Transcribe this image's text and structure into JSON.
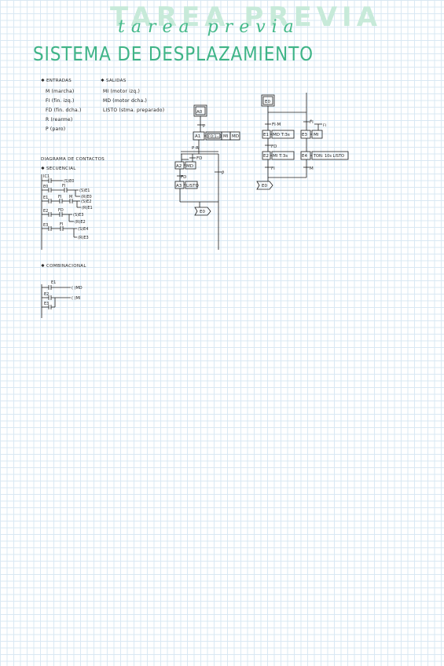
{
  "header": {
    "banner": "TAREA PREVIA",
    "banner_script": "tarea previa",
    "title": "SISTEMA DE DESPLAZAMIENTO"
  },
  "io": {
    "inputs_heading": "✱ ENTRADAS",
    "inputs": [
      "M (marcha)",
      "FI (fin. izq.)",
      "FD (fin. dcha.)",
      "R (rearme)",
      "P (paro)"
    ],
    "outputs_heading": "✱ SALIDAS",
    "outputs": [
      "MI (motor izq.)",
      "MD (motor dcha.)",
      "LISTO (stma. preparado)"
    ]
  },
  "contacts": {
    "heading": "DIAGRAMA DE CONTACTOS",
    "sequential_heading": "✱ SECUENCIAL",
    "rungs": [
      {
        "contacts": [
          "IC1"
        ],
        "coil": "(S)E0"
      },
      {
        "contacts": [
          "E0",
          "FI"
        ],
        "coil": "(S)E1",
        "coil2": "(R)E0"
      },
      {
        "contacts": [
          "E1",
          "FI",
          "M"
        ],
        "coil": "(S)E2",
        "coil2": "(R)E1"
      },
      {
        "contacts": [
          "E2",
          "FD"
        ],
        "coil": "(S)E3",
        "coil2": "(R)E2"
      },
      {
        "contacts": [
          "E3",
          "FI"
        ],
        "coil": "(S)E4",
        "coil2": "(R)E3"
      }
    ],
    "combinational_heading": "✱ COMBINACIONAL",
    "comb_rungs": [
      {
        "contact": "E1",
        "coil": "( )MD"
      },
      {
        "contact": "E2",
        "coil": "( )MI"
      },
      {
        "contact": "E3",
        "coil": ""
      }
    ]
  },
  "grafcet_a": {
    "init": "A0",
    "t1": "P",
    "step_a1": "A1",
    "actions_a1": [
      "FO:1=0",
      "MI",
      "MD"
    ],
    "t_pr": "P·R",
    "t_fd_right": "FD",
    "step_a2": "A2",
    "action_a2": "MD",
    "t_fd": "FD",
    "t_notp": "P̄",
    "step_a3": "A3",
    "action_a3": "LISTO",
    "goto": "E0"
  },
  "grafcet_e": {
    "init": "E0",
    "t_fim": "FI·M",
    "t_notfi": "F̄I",
    "t_fi_right": "FI",
    "step_e1": "E1",
    "action_e1": "MD T:3s",
    "step_e3": "E3",
    "action_e3": "MI",
    "t_fd": "FD",
    "step_e2": "E2",
    "action_e2": "MI T:3s",
    "step_e4": "E4",
    "action_e4": "TON: 10s LISTO",
    "t_fi": "FI",
    "t_m": "M",
    "goto": "E0"
  }
}
